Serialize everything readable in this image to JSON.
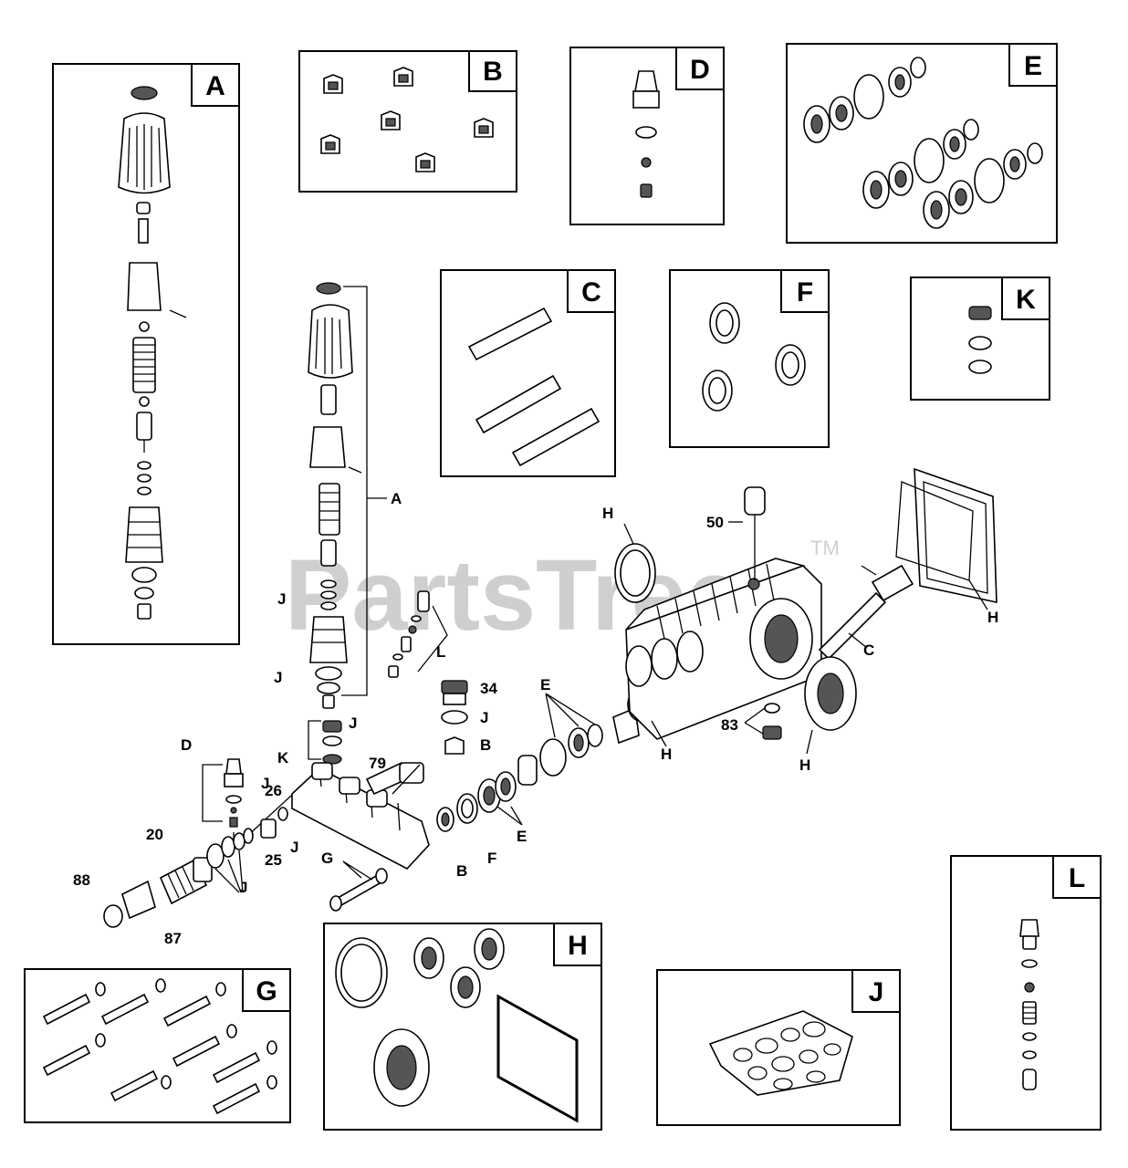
{
  "watermark": {
    "text": "PartsTree",
    "trademark": "TM"
  },
  "insets": [
    {
      "letter": "A"
    },
    {
      "letter": "B"
    },
    {
      "letter": "C"
    },
    {
      "letter": "D"
    },
    {
      "letter": "E"
    },
    {
      "letter": "F"
    },
    {
      "letter": "G"
    },
    {
      "letter": "H"
    },
    {
      "letter": "J"
    },
    {
      "letter": "K"
    },
    {
      "letter": "L"
    }
  ],
  "callouts": {
    "a": "A",
    "b1": "B",
    "b2": "B",
    "c": "C",
    "d": "D",
    "e1": "E",
    "e2": "E",
    "f": "F",
    "g": "G",
    "h1": "H",
    "h2": "H",
    "h3": "H",
    "h4": "H",
    "j1": "J",
    "j2": "J",
    "j3": "J",
    "j4": "J",
    "j5": "J",
    "j6": "J",
    "j7": "J",
    "k": "K",
    "l": "L",
    "n20": "20",
    "n25": "25",
    "n26": "26",
    "n34": "34",
    "n50": "50",
    "n79": "79",
    "n83": "83",
    "n87": "87",
    "n88": "88"
  }
}
